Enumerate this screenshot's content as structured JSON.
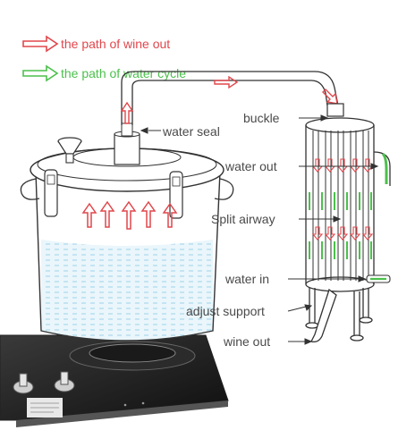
{
  "legend": {
    "wine_path": "the path of wine out",
    "water_path": "the path of water cycle"
  },
  "labels": {
    "water_seal": "water seal",
    "buckle": "buckle",
    "water_out": "water out",
    "split_airway": "Split airway",
    "water_in": "water in",
    "adjust_support": "adjust support",
    "wine_out": "wine out"
  },
  "colors": {
    "wine_arrow": "#e0474c",
    "water_arrow": "#4cc04c",
    "water_level": "#9fd3ea",
    "stove_glass": "#1e1e1e",
    "line": "#333333"
  },
  "icons": {
    "wine_arrow": "hollow-right-arrow",
    "water_arrow": "hollow-right-arrow"
  }
}
